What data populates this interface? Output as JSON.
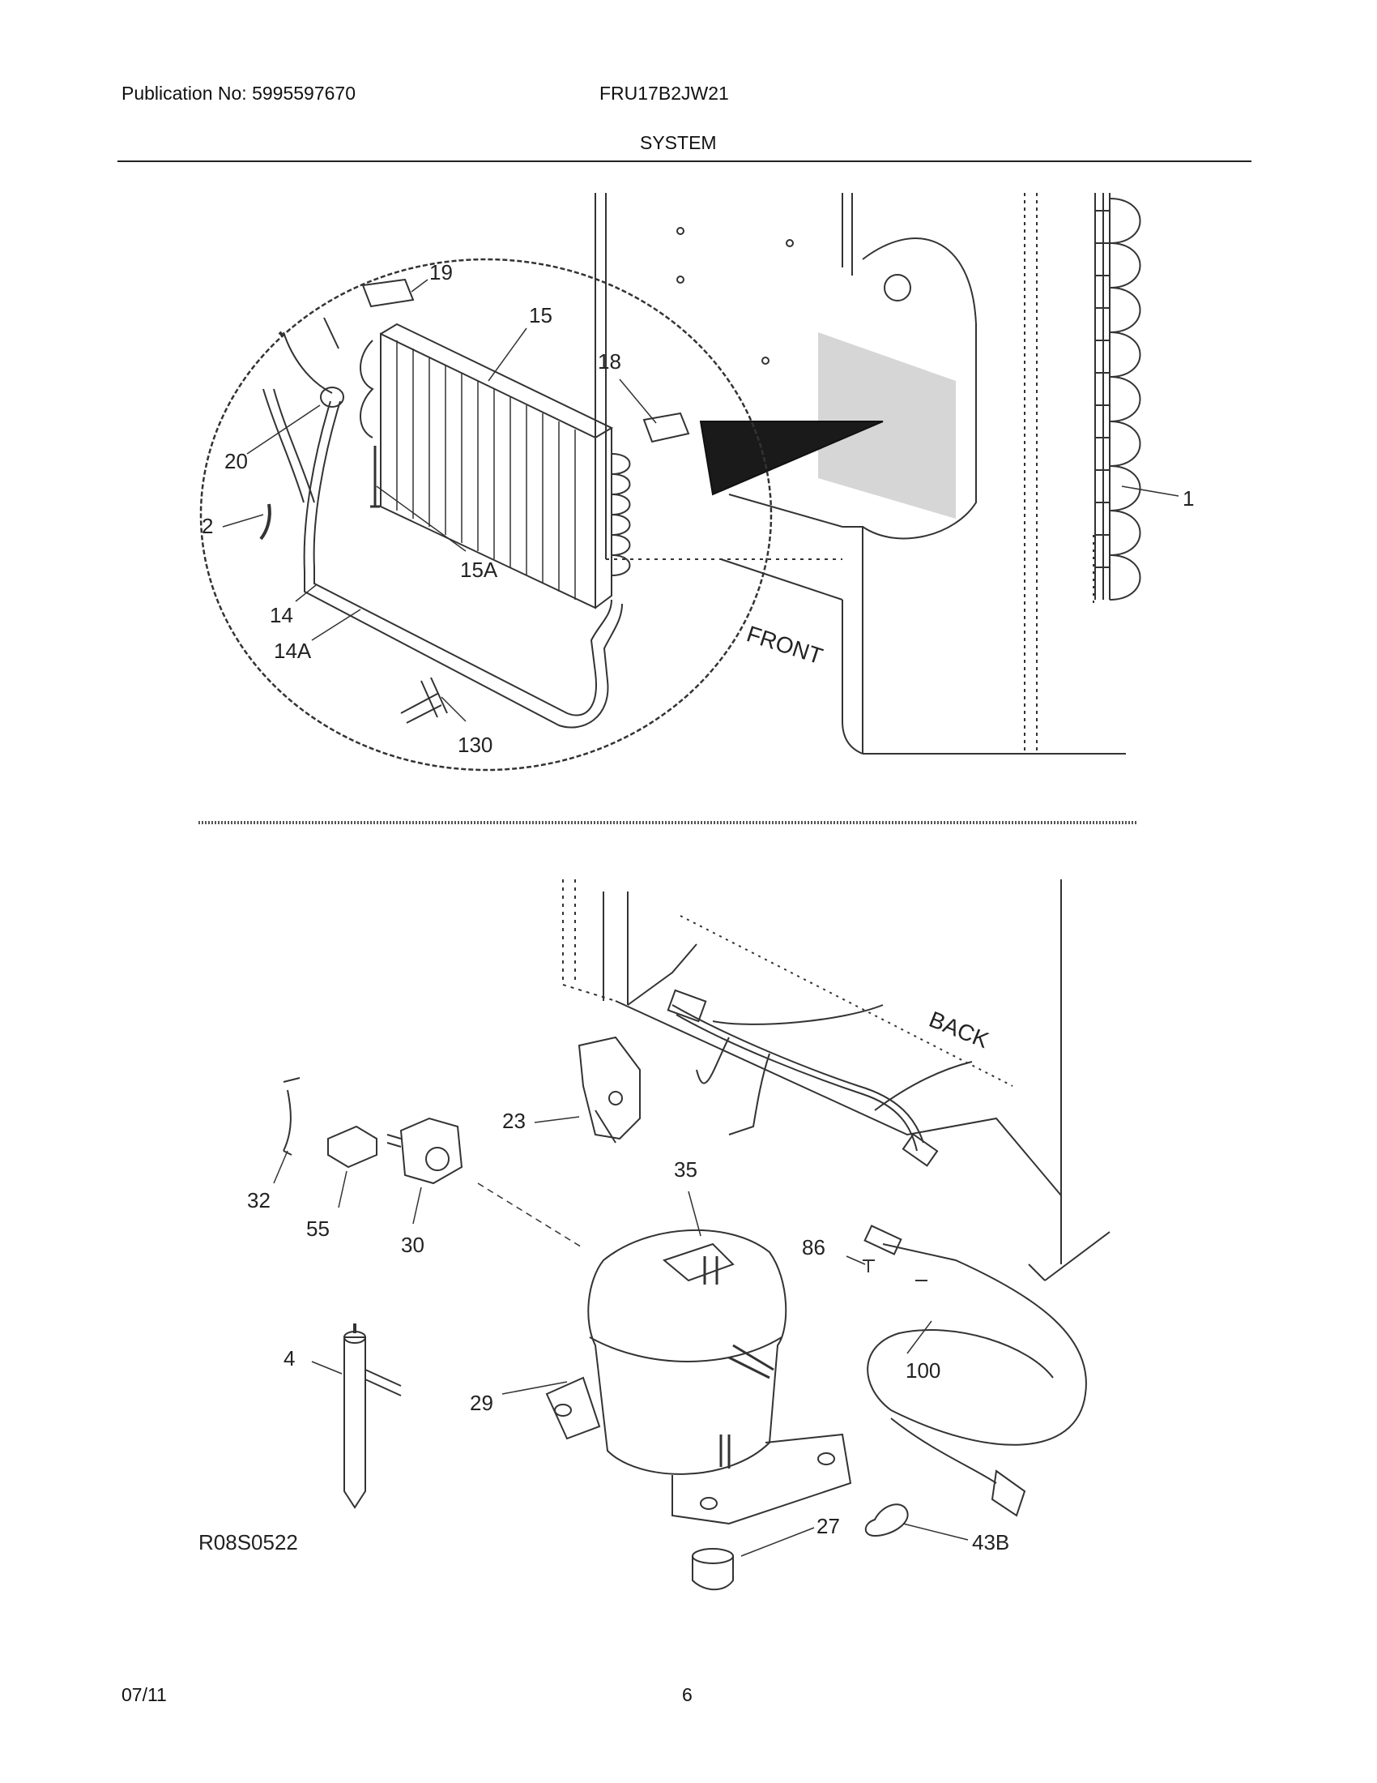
{
  "header": {
    "publication": "Publication No: 5995597670",
    "model": "FRU17B2JW21",
    "section_title": "SYSTEM"
  },
  "diagram": {
    "callouts_top": [
      "19",
      "15",
      "18",
      "20",
      "2",
      "15A",
      "14",
      "14A",
      "130",
      "1"
    ],
    "callouts_bottom": [
      "23",
      "32",
      "55",
      "30",
      "35",
      "86",
      "4",
      "29",
      "100",
      "27",
      "43B"
    ],
    "cabinet_labels": {
      "front": "FRONT",
      "back": "BACK"
    },
    "drawing_code": "R08S0522"
  },
  "footer": {
    "date": "07/11",
    "page_number": "6"
  }
}
